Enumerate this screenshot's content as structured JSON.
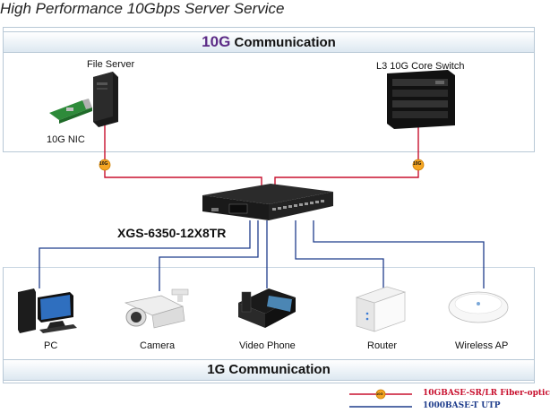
{
  "title": "High Performance 10Gbps Server Service",
  "top_zone": {
    "accent": "10G",
    "label": "Communication"
  },
  "bottom_zone": {
    "label": "1G Communication"
  },
  "devices_top": {
    "file_server": "File Server",
    "nic": "10G NIC",
    "core_switch": "L3 10G Core Switch"
  },
  "switch_model": "XGS-6350-12X8TR",
  "devices_bottom": {
    "pc": "PC",
    "camera": "Camera",
    "video_phone": "Video Phone",
    "router": "Router",
    "wireless_ap": "Wireless AP"
  },
  "badge": "10G",
  "legend": {
    "fiber": "10GBASE-SR/LR Fiber-optic",
    "utp": "1000BASE-T UTP"
  },
  "colors": {
    "fiber": "#c8102e",
    "utp": "#1f3d8c",
    "badge": "#f5a623",
    "accent": "#5b2a86"
  }
}
